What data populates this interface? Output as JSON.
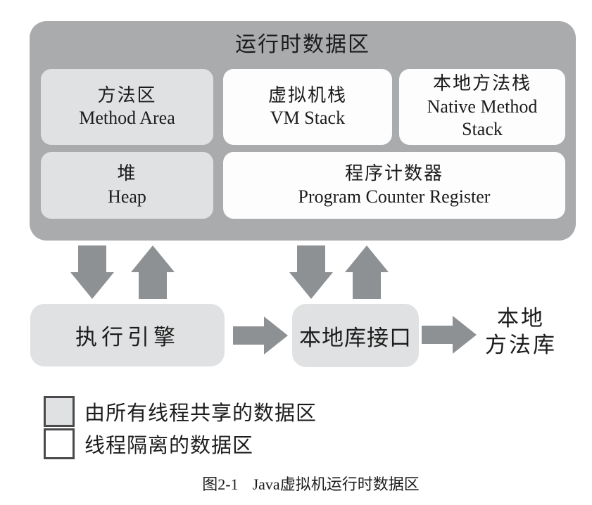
{
  "figure": {
    "runtime_title": "运行时数据区",
    "method_area_zh": "方法区",
    "method_area_en": "Method Area",
    "vm_stack_zh": "虚拟机栈",
    "vm_stack_en": "VM Stack",
    "native_stack_zh": "本地方法栈",
    "native_stack_en": "Native Method Stack",
    "heap_zh": "堆",
    "heap_en": "Heap",
    "pc_zh": "程序计数器",
    "pc_en": "Program Counter Register",
    "execution_engine": "执行引擎",
    "native_interface": "本地库接口",
    "native_library_line1": "本地",
    "native_library_line2": "方法库"
  },
  "legend": {
    "shared_label": "由所有线程共享的数据区",
    "isolated_label": "线程隔离的数据区"
  },
  "caption": {
    "figure_number": "图2-1",
    "figure_title": "Java虚拟机运行时数据区"
  },
  "colors": {
    "container_gray": "#a9abad",
    "shared_box_gray": "#e0e1e2",
    "isolated_box_white": "#fdfdfe",
    "arrow_gray": "#8e9193",
    "swatch_border": "#4a4a4c",
    "text": "#1c1c1c"
  }
}
